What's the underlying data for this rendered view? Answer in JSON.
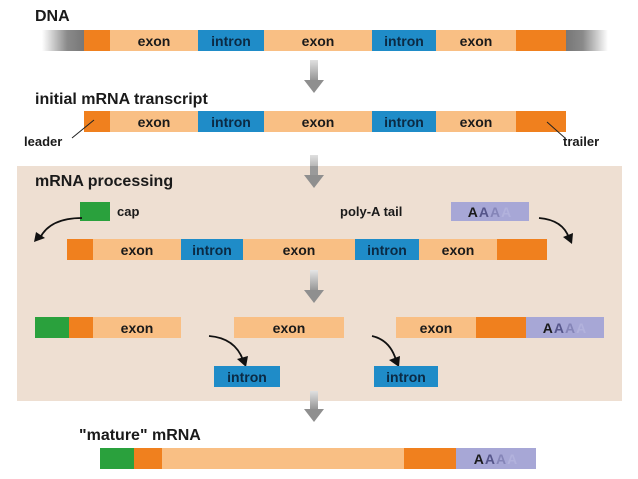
{
  "labels": {
    "dna": "DNA",
    "initial": "initial mRNA transcript",
    "leader": "leader",
    "trailer": "trailer",
    "processing": "mRNA processing",
    "cap": "cap",
    "polya": "poly-A tail",
    "mature": "\"mature\" mRNA"
  },
  "segments": {
    "exon": "exon",
    "intron": "intron",
    "polya_letters": [
      "A",
      "A",
      "A",
      "A"
    ]
  },
  "colors": {
    "exon": "#f9bf84",
    "intron": "#1f8cc8",
    "utr": "#f0801e",
    "cap": "#2aa13d",
    "polya": "#a7a7d6",
    "panel": "#eedfd2"
  }
}
